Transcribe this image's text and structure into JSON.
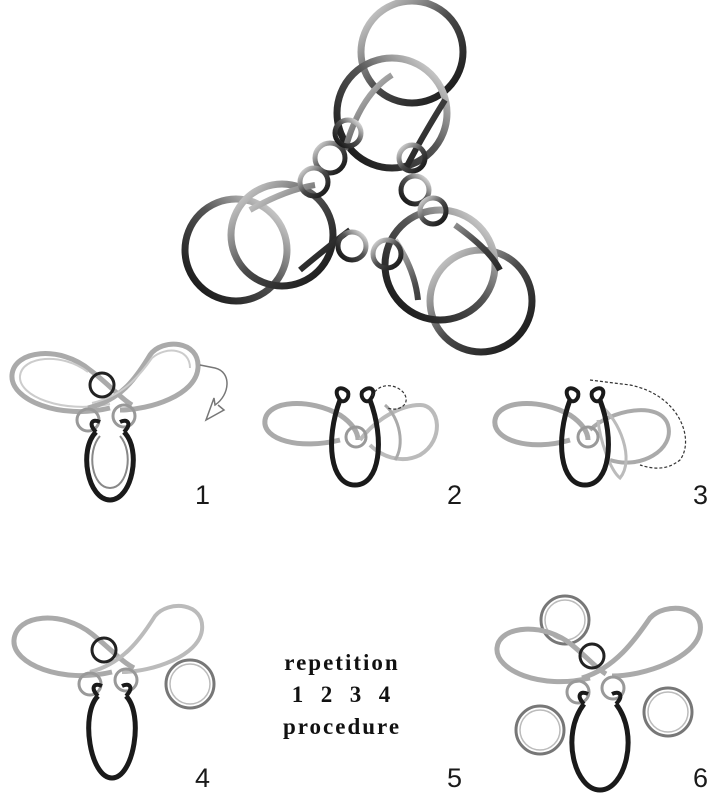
{
  "caption": {
    "line1": "repetition",
    "line2": "1  2  3  4",
    "line3": "procedure"
  },
  "steps": [
    {
      "number": "1"
    },
    {
      "number": "2"
    },
    {
      "number": "3"
    },
    {
      "number": "4"
    },
    {
      "number": "5"
    },
    {
      "number": "6"
    }
  ],
  "colors": {
    "metal_dark": "#1c1c1c",
    "metal_light": "#9a9a9a",
    "wire_dark": "#1a1a1a",
    "wire_light": "#a8a8a8",
    "ring_outline": "#707070"
  }
}
